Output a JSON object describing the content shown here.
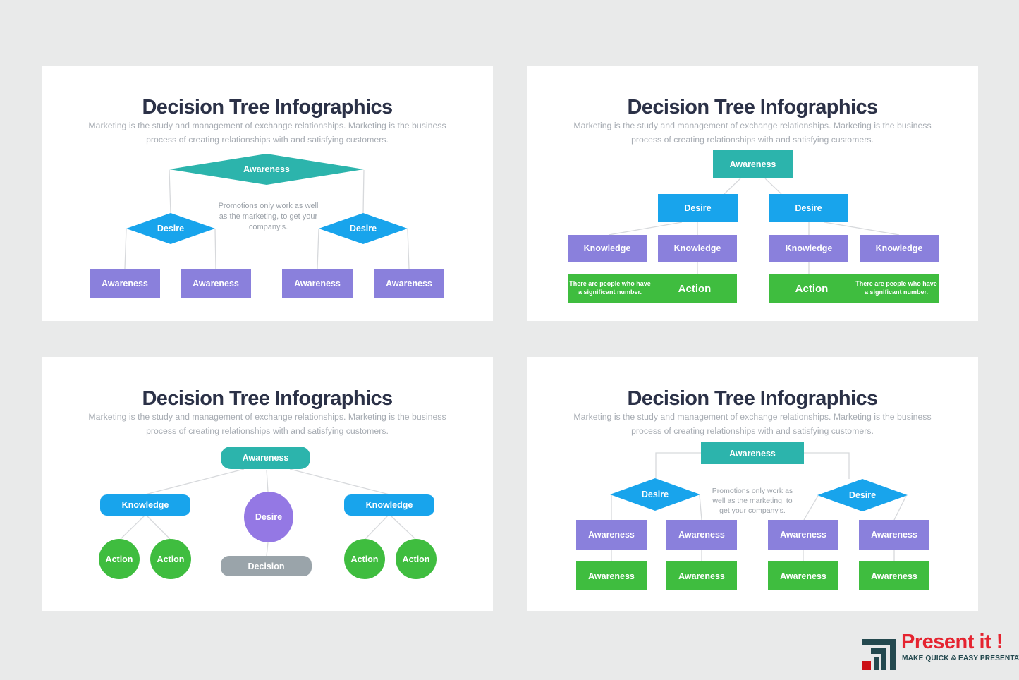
{
  "page": {
    "background": "#e9eaea",
    "card_background": "#ffffff"
  },
  "colors": {
    "teal": "#2cb4ac",
    "blue": "#18a4ec",
    "purple": "#8a80dc",
    "green": "#3fbd3f",
    "gray": "#9aa4aa",
    "violet": "#9478e4",
    "title": "#2b3147",
    "subtitle": "#a7acb3",
    "connector": "#d7d9dc",
    "brand_red": "#e52430",
    "brand_dark": "#24494f"
  },
  "panels": [
    {
      "title": "Decision Tree Infographics",
      "subtitle": "Marketing is the study and management of exchange relationships. Marketing is the business\nprocess of creating relationships with and satisfying customers.",
      "note": "Promotions only work as well\nas the marketing, to get your\ncompany's.",
      "nodes": {
        "root": "Awareness",
        "d1": "Desire",
        "d2": "Desire",
        "l1": "Awareness",
        "l2": "Awareness",
        "l3": "Awareness",
        "l4": "Awareness"
      }
    },
    {
      "title": "Decision Tree Infographics",
      "subtitle": "Marketing is the study and management of exchange relationships. Marketing is the business\nprocess of creating relationships with and satisfying customers.",
      "nodes": {
        "root": "Awareness",
        "d1": "Desire",
        "d2": "Desire",
        "k1": "Knowledge",
        "k2": "Knowledge",
        "k3": "Knowledge",
        "k4": "Knowledge"
      },
      "bar1": {
        "note": "There are people who have\na significant number.",
        "action": "Action"
      },
      "bar2": {
        "action": "Action",
        "note": "There are people who have\na significant number."
      }
    },
    {
      "title": "Decision Tree Infographics",
      "subtitle": "Marketing is the study and management of exchange relationships. Marketing is the business\nprocess of creating relationships with and satisfying customers.",
      "nodes": {
        "root": "Awareness",
        "k1": "Knowledge",
        "k2": "Knowledge",
        "desire": "Desire",
        "decision": "Decision",
        "a1": "Action",
        "a2": "Action",
        "a3": "Action",
        "a4": "Action"
      }
    },
    {
      "title": "Decision Tree Infographics",
      "subtitle": "Marketing is the study and management of exchange relationships. Marketing is the business\nprocess of creating relationships with and satisfying customers.",
      "note": "Promotions only work as\nwell as the marketing, to\nget your company's.",
      "nodes": {
        "root": "Awareness",
        "d1": "Desire",
        "d2": "Desire",
        "p1": "Awareness",
        "p2": "Awareness",
        "p3": "Awareness",
        "p4": "Awareness",
        "g1": "Awareness",
        "g2": "Awareness",
        "g3": "Awareness",
        "g4": "Awareness"
      }
    }
  ],
  "logo": {
    "brand": "Present it !",
    "tagline": "MAKE QUICK & EASY PRESENTATIONS"
  }
}
